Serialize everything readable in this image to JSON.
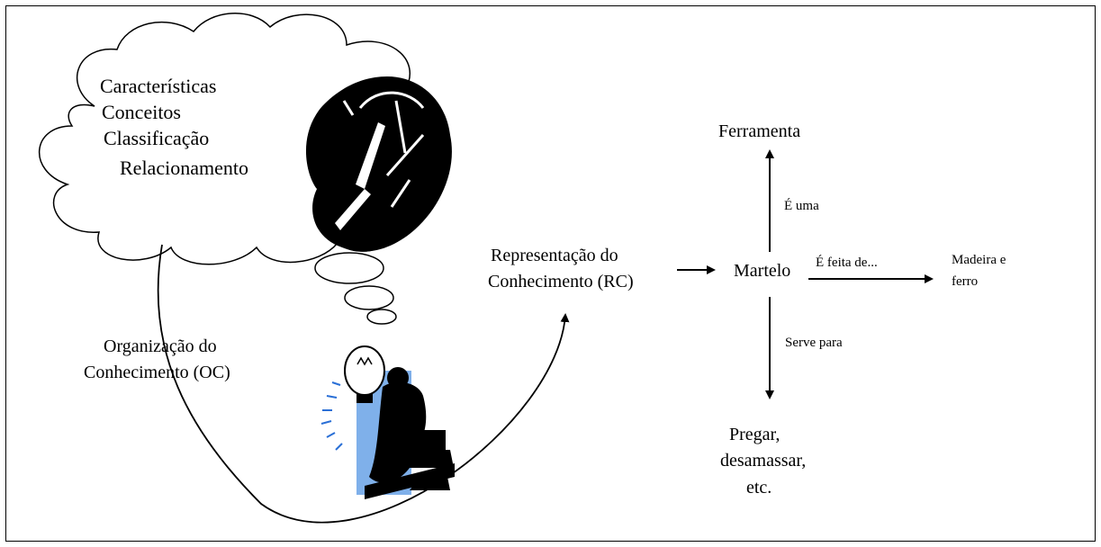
{
  "cloud": {
    "lines": [
      "Características",
      "Conceitos",
      "Classificação",
      "Relacionamento"
    ]
  },
  "oc_label": [
    "Organização do",
    "Conhecimento (OC)"
  ],
  "rc_label": [
    "Representação do",
    "Conhecimento (RC)"
  ],
  "nodes": {
    "center": "Martelo",
    "top": "Ferramenta",
    "right": [
      "Madeira e",
      "ferro"
    ],
    "bottom": [
      "Pregar,",
      "desamassar,",
      "etc."
    ]
  },
  "edges": {
    "top": "É uma",
    "right": "É feita de...",
    "bottom": "Serve para"
  }
}
